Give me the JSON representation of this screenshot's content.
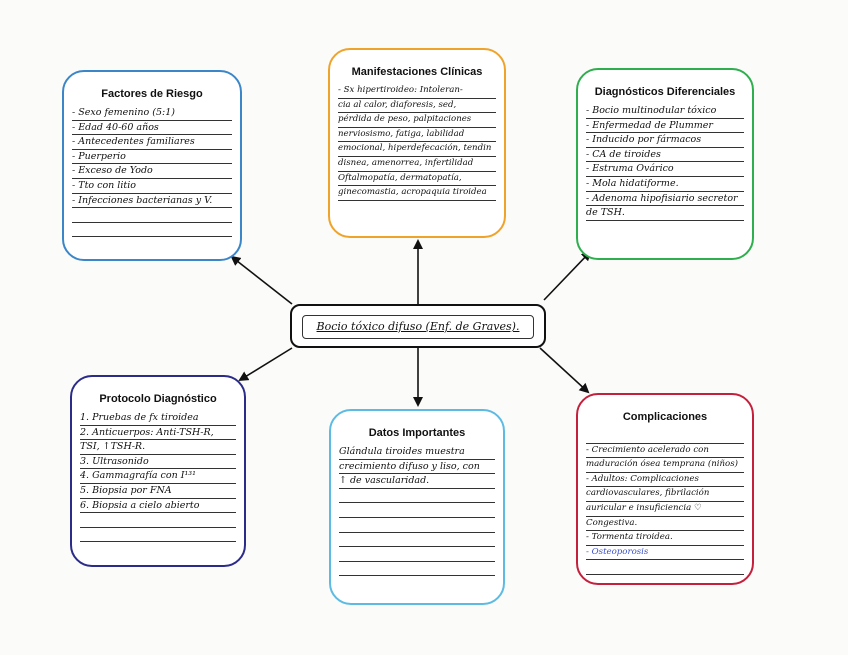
{
  "center": {
    "label": "Bocio tóxico difuso (Enf. de Graves)."
  },
  "factores": {
    "title": "Factores de Riesgo",
    "lines": [
      "- Sexo femenino (5:1)",
      "- Edad   40-60 años",
      "- Antecedentes familiares",
      "- Puerperio",
      "- Exceso de Yodo",
      "- Tto con litio",
      "- Infecciones bacterianas y V.",
      "",
      ""
    ]
  },
  "manifestaciones": {
    "title": "Manifestaciones Clínicas",
    "lines": [
      "- Sx hipertiroideo: Intoleran-",
      "cia al calor, diaforesis, sed,",
      "pérdida de peso, palpitaciones",
      "nerviosismo, fatiga, labilidad",
      "emocional, hiperdefecación, tendin",
      "disnea, amenorrea, infertilidad",
      "Oftalmopatía, dermatopatía,",
      "ginecomastia, acropaquia tiroidea"
    ]
  },
  "diferenciales": {
    "title": "Diagnósticos Diferenciales",
    "lines": [
      "- Bocio multinodular tóxico",
      "- Enfermedad de Plummer",
      "- Inducido por fármacos",
      "- CA de tiroides",
      "- Estruma Ovárico",
      "- Mola hidatiforme.",
      "- Adenoma hipofisiario secretor",
      "  de TSH."
    ]
  },
  "protocolo": {
    "title": "Protocolo Diagnóstico",
    "lines": [
      "1. Pruebas de fx tiroidea",
      "2. Anticuerpos: Anti-TSH-R,",
      "   TSI,   ↑TSH-R.",
      "3. Ultrasonido",
      "4. Gammagrafía con I¹³¹",
      "5. Biopsia por FNA",
      "6. Biopsia a cielo abierto",
      "",
      ""
    ]
  },
  "datos": {
    "title": "Datos Importantes",
    "lines": [
      "Glándula tiroides muestra",
      "crecimiento difuso y liso, con",
      "↑ de vascularidad.",
      "",
      "",
      "",
      "",
      "",
      ""
    ]
  },
  "complicaciones": {
    "title": "Complicaciones",
    "lines": [
      "",
      "- Crecimiento acelerado con",
      "maduración ósea temprana (niños)",
      "- Adultos: Complicaciones",
      "cardiovasculares, fibrilación",
      "auricular e insuficiencia ♡",
      "Congestiva.",
      "- Tormenta tiroidea.",
      "- Osteoporosis",
      ""
    ]
  }
}
